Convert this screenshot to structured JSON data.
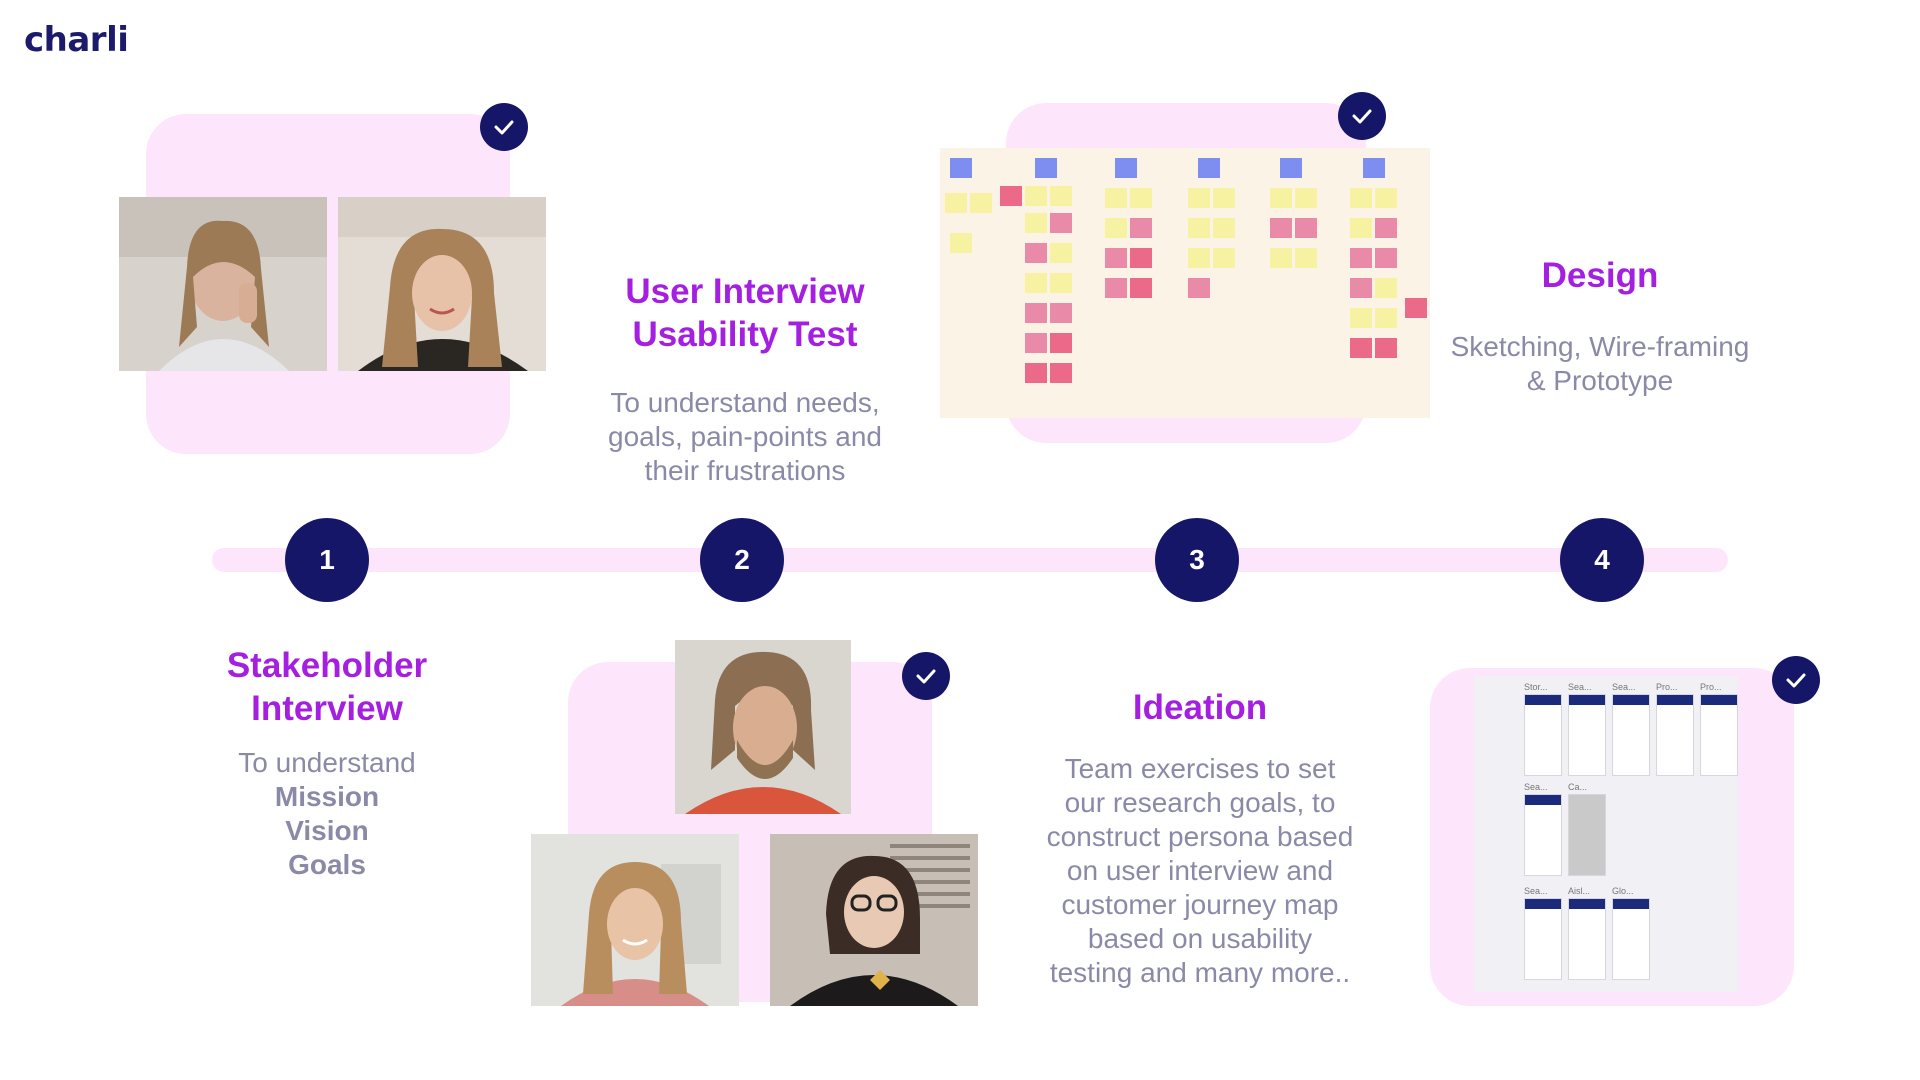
{
  "brand": {
    "logo": "charli"
  },
  "steps": [
    {
      "number": "1"
    },
    {
      "number": "2"
    },
    {
      "number": "3"
    },
    {
      "number": "4"
    }
  ],
  "stakeholder": {
    "title_line1": "Stakeholder",
    "title_line2": "Interview",
    "desc_line1": "To understand",
    "desc_line2": "Mission",
    "desc_line3": "Vision",
    "desc_line4": "Goals"
  },
  "user_interview": {
    "title_line1": "User Interview",
    "title_line2": "Usability Test",
    "desc_line1": "To understand needs,",
    "desc_line2": "goals, pain-points and",
    "desc_line3": "their frustrations"
  },
  "ideation": {
    "title": "Ideation",
    "desc_line1": "Team exercises to set",
    "desc_line2": "our research goals, to",
    "desc_line3": "construct persona based",
    "desc_line4": "on user interview and",
    "desc_line5": "customer journey map",
    "desc_line6": "based on usability",
    "desc_line7": "testing and many more.."
  },
  "design": {
    "title": "Design",
    "desc_line1": "Sketching, Wire-framing",
    "desc_line2": "& Prototype"
  },
  "wireframe_labels": [
    "Stor...",
    "Sea...",
    "Sea...",
    "Pro...",
    "Pro...",
    "Sea...",
    "Ca...",
    "Sea...",
    "Aisl...",
    "Glo..."
  ],
  "colors": {
    "navy": "#161668",
    "purple": "#a51fe0",
    "pink": "#fde6fb",
    "grey_text": "#8a8aa8"
  },
  "icons": [
    "check-icon",
    "charli-logo"
  ]
}
